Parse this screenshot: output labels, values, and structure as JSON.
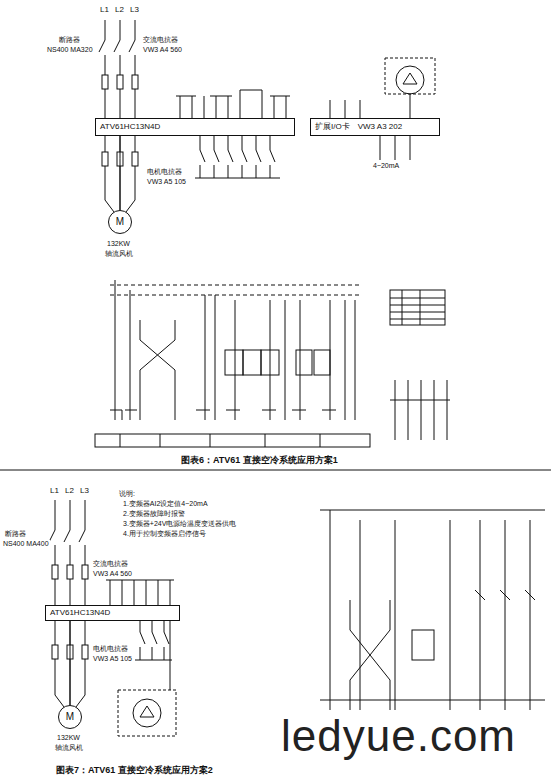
{
  "diagram": {
    "nodes": [
      {
        "text": [
          "ATV61HC13N4D"
        ]
      },
      {
        "text": [
          "扩展I/O卡",
          "VW3 A3 202"
        ]
      },
      {
        "text": [
          "M"
        ]
      },
      {
        "text": [
          "ATV61HC13N4D"
        ]
      },
      {
        "text": [
          "M"
        ]
      }
    ],
    "edges": [
      {
        "from": 0,
        "to": 2,
        "arrow": "none"
      },
      {
        "from": 3,
        "to": 4,
        "arrow": "none"
      }
    ],
    "labels": [
      "L1",
      "L2",
      "L3",
      "断路器",
      "NS400 MA320",
      "交流电抗器",
      "VW3 A4 560",
      "电机电抗器",
      "VW3 A5 105",
      "132KW",
      "轴流风机",
      "图表6：ATV61 直接空冷系统应用方案1",
      "L1",
      "L2",
      "L3",
      "断路器",
      "NS400 MA400",
      "交流电抗器",
      "VW3 A4 560",
      "电机电抗器",
      "VW3 A5 105",
      "132KW",
      "轴流风机",
      "说明:",
      "1.变频器AI2设定值4~20mA",
      "2.变频器故障时报警",
      "3.变频器+24V电源给温度变送器供电",
      "4.用于控制变频器启停信号",
      "图表7：ATV61 直接空冷系统应用方案2",
      "ledyue.com",
      "4~20mA"
    ]
  }
}
